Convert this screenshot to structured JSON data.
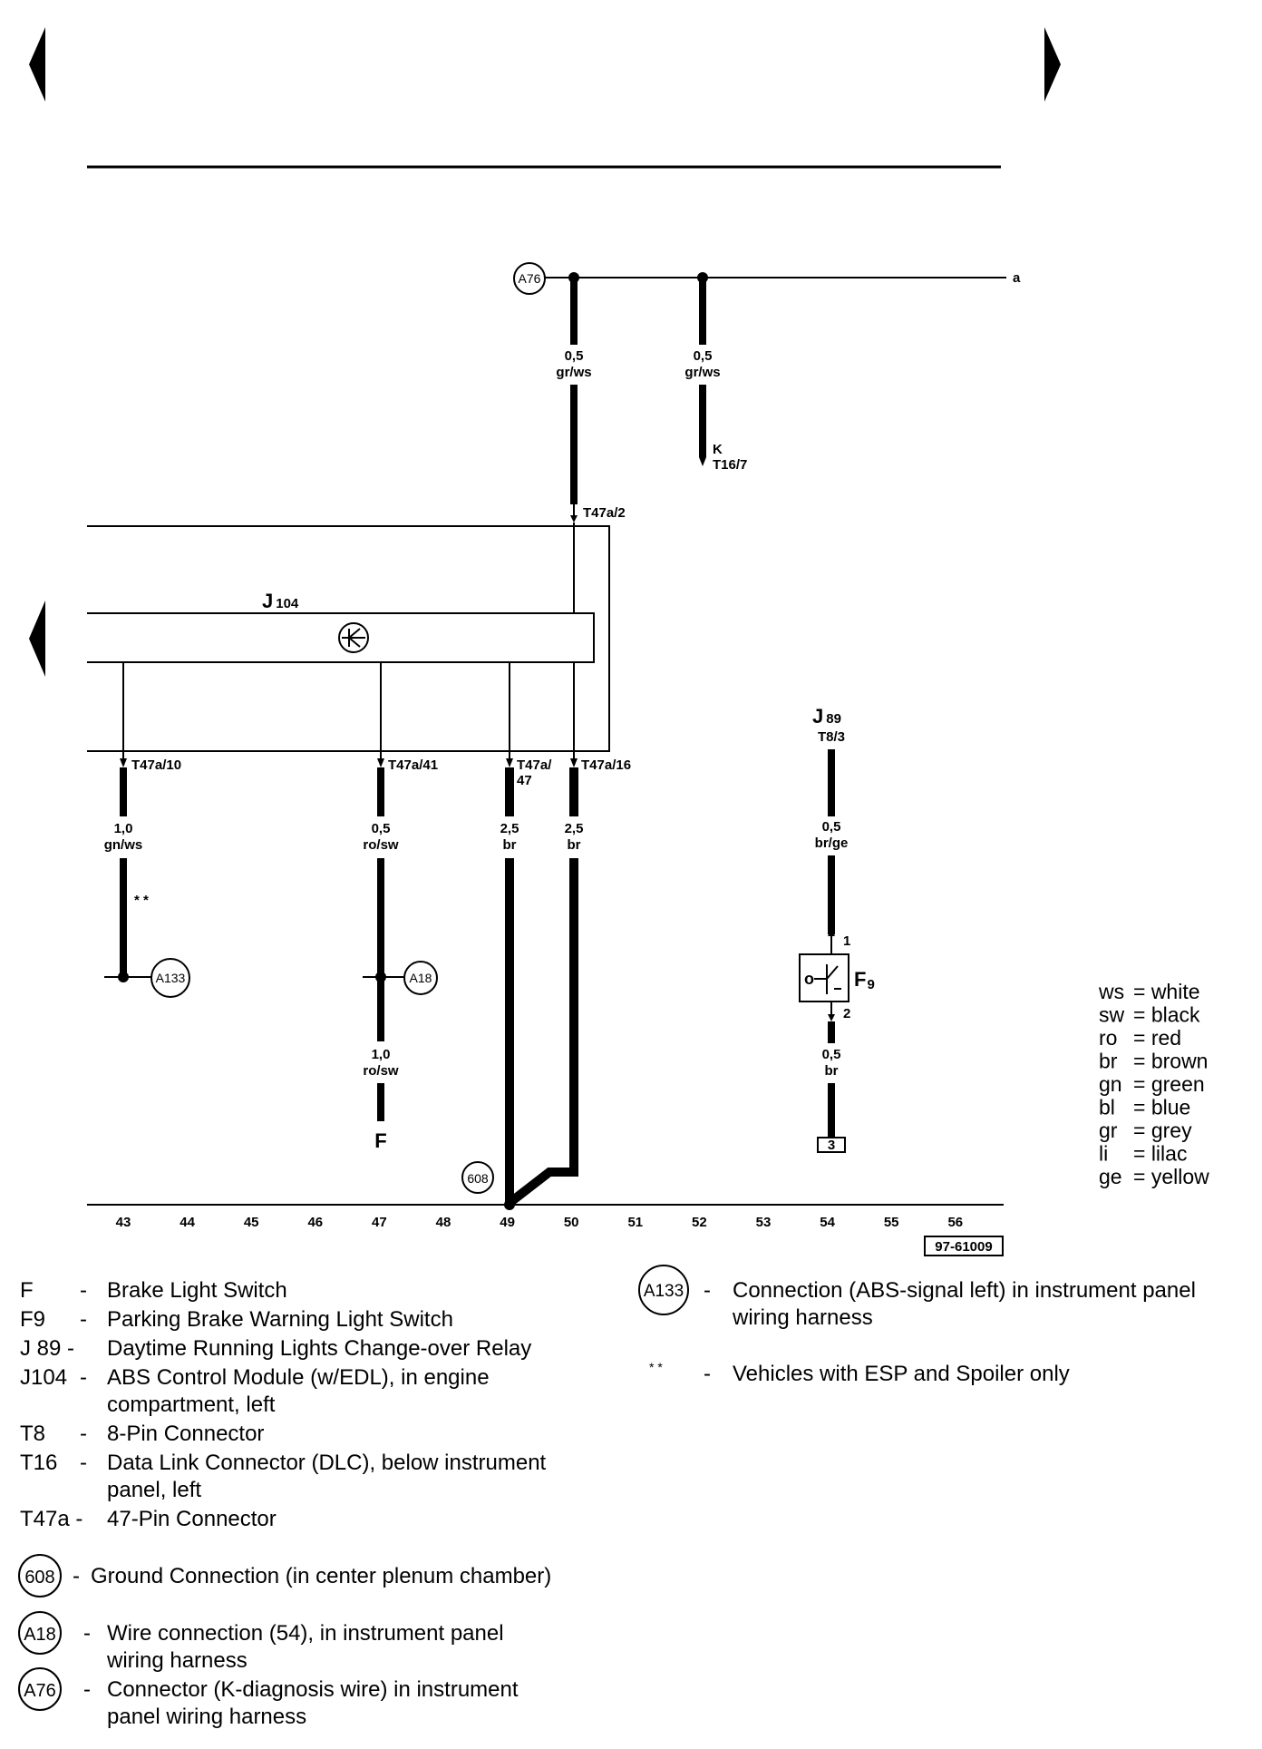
{
  "nav": {
    "left_arrow": "previous",
    "right_arrow": "next",
    "side_arrow": "previous"
  },
  "wires": {
    "a76_left": {
      "size": "0,5",
      "color": "gr/ws"
    },
    "a76_right": {
      "size": "0,5",
      "color": "gr/ws"
    },
    "col43": {
      "size": "1,0",
      "color": "gn/ws"
    },
    "col47_top": {
      "size": "0,5",
      "color": "ro/sw"
    },
    "col47_bottom": {
      "size": "1,0",
      "color": "ro/sw"
    },
    "col49": {
      "size": "2,5",
      "color": "br"
    },
    "col50": {
      "size": "2,5",
      "color": "br"
    },
    "col54_top": {
      "size": "0,5",
      "color": "br/ge"
    },
    "col54_bottom": {
      "size": "0,5",
      "color": "br"
    }
  },
  "labels": {
    "a": "a",
    "k": "K",
    "t16_7": "T16/7",
    "t47a_2": "T47a/2",
    "j104_main": "J",
    "j104_sub": "104",
    "t47a_10": "T47a/10",
    "t47a_41": "T47a/41",
    "t47a_47a": "T47a/",
    "t47a_47b": "47",
    "t47a_16": "T47a/16",
    "j89_main": "J",
    "j89_sub": "89",
    "t8_3": "T8/3",
    "pin1": "1",
    "pin2": "2",
    "f9_main": "F",
    "f9_sub": "9",
    "f": "F",
    "star": "* *",
    "box3": "3",
    "code": "97-61009"
  },
  "circles": {
    "a76": "A76",
    "a133": "A133",
    "a18": "A18",
    "g608": "608"
  },
  "columns": [
    "43",
    "44",
    "45",
    "46",
    "47",
    "48",
    "49",
    "50",
    "51",
    "52",
    "53",
    "54",
    "55",
    "56"
  ],
  "color_key": [
    {
      "code": "ws",
      "name": "= white"
    },
    {
      "code": "sw",
      "name": "= black"
    },
    {
      "code": "ro",
      "name": "= red"
    },
    {
      "code": "br",
      "name": "= brown"
    },
    {
      "code": "gn",
      "name": "= green"
    },
    {
      "code": "bl",
      "name": "= blue"
    },
    {
      "code": "gr",
      "name": "= grey"
    },
    {
      "code": "li",
      "name": "= lilac"
    },
    {
      "code": "ge",
      "name": "= yellow"
    }
  ],
  "legend_left": [
    {
      "code": "F",
      "dash": "-",
      "lines": [
        "Brake Light Switch"
      ]
    },
    {
      "code": "F9",
      "dash": "-",
      "lines": [
        "Parking Brake Warning Light Switch"
      ]
    },
    {
      "code": "J 89 -",
      "dash": "",
      "lines": [
        "Daytime Running Lights Change-over Relay"
      ]
    },
    {
      "code": "J104",
      "dash": "-",
      "lines": [
        "ABS Control Module (w/EDL), in engine",
        "compartment, left"
      ]
    },
    {
      "code": "T8",
      "dash": "-",
      "lines": [
        "8-Pin Connector"
      ]
    },
    {
      "code": "T16",
      "dash": "-",
      "lines": [
        "Data Link Connector (DLC), below instrument",
        "panel, left"
      ]
    },
    {
      "code": "T47a -",
      "dash": "",
      "lines": [
        "47-Pin Connector"
      ]
    }
  ],
  "legend_circles": [
    {
      "circle": "608",
      "dash": "-",
      "lines": [
        "Ground Connection (in center plenum chamber)"
      ]
    },
    {
      "circle": "A18",
      "dash": "-",
      "lines": [
        "Wire connection (54), in instrument panel",
        "wiring harness"
      ]
    },
    {
      "circle": "A76",
      "dash": "-",
      "lines": [
        "Connector (K-diagnosis wire) in instrument",
        "panel wiring harness"
      ]
    }
  ],
  "legend_right": [
    {
      "circle": "A133",
      "dash": "-",
      "lines": [
        "Connection (ABS-signal left) in instrument panel",
        "wiring harness"
      ]
    },
    {
      "circle": "",
      "star": "* *",
      "dash": "-",
      "lines": [
        "Vehicles with ESP and Spoiler only"
      ]
    }
  ]
}
